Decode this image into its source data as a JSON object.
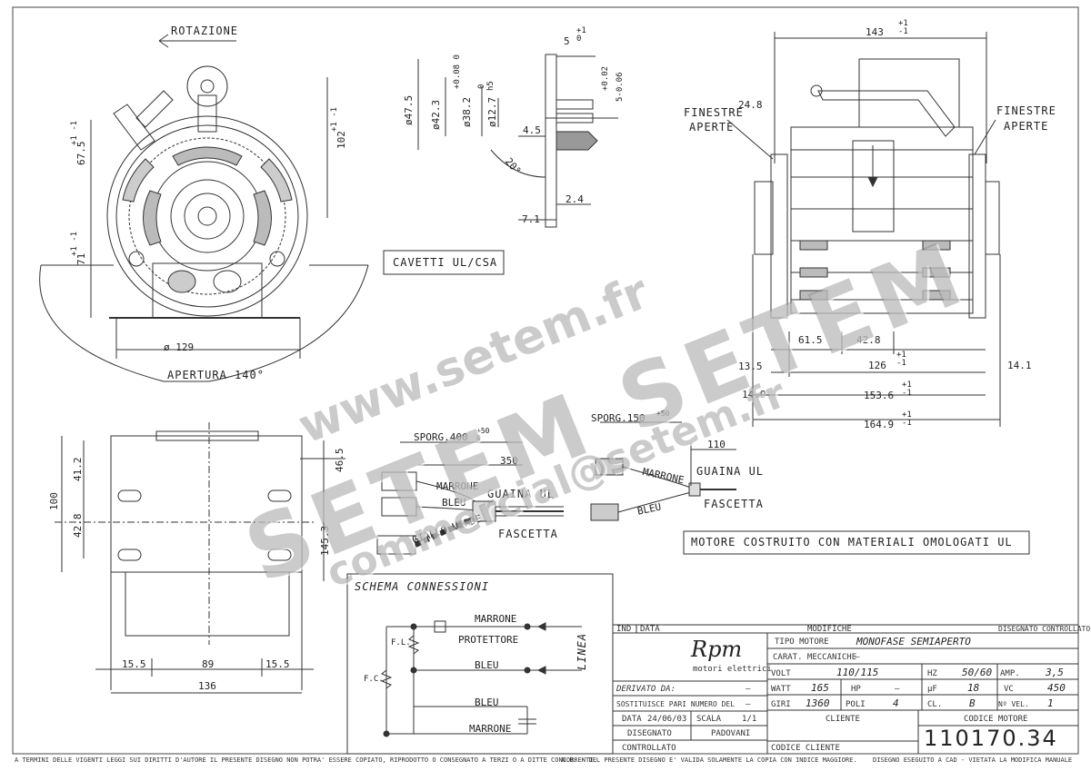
{
  "views": {
    "front": {
      "rotation": "ROTAZIONE",
      "opening": "APERTURA 140°",
      "dims": {
        "d129": "ø 129",
        "h675": "67.5",
        "h675tol": "+1 -1",
        "h102": "102",
        "h102tol": "+1 -1",
        "h71": "71",
        "h71tol": "+1 -1"
      }
    },
    "shaft": {
      "dims": {
        "d475": "ø47.5",
        "d423": "ø42.3",
        "d382": "ø38.2",
        "d127": "ø12.7",
        "tol127": "h5",
        "tol423": "+0.08 0",
        "tol382": "0",
        "tol_r1": "+0.02",
        "tol_r2": "5-0.06",
        "w5": "5",
        "w5tol": "+1 0",
        "w45": "4.5",
        "w24": "2.4",
        "w71": "7.1",
        "ang": "20°"
      }
    },
    "side": {
      "windows_left": [
        "FINESTRE",
        "APERTE"
      ],
      "windows_right": [
        "FINESTRE",
        "APERTE"
      ],
      "dims": {
        "l143": "143",
        "l143tol": "+1 -1",
        "l248": "24.8",
        "l615": "61.5",
        "l428": "42.8",
        "l135": "13.5",
        "l126": "126",
        "l126tol": "+1 -1",
        "l141": "14.1",
        "l14x": "14.9",
        "l1536": "153.6",
        "l1536tol": "+1 -1",
        "l1649": "164.9",
        "l1649tol": "+1 -1"
      }
    },
    "bottom": {
      "dims": {
        "h100": "100",
        "h412": "41.2",
        "h428": "42.8",
        "h465": "46.5",
        "h1453": "145.3",
        "w155a": "15.5",
        "w89": "89",
        "w155b": "15.5",
        "w136": "136"
      }
    },
    "cables_ul": {
      "label": "CAVETTI UL/CSA",
      "sporg1": "SPORG.400",
      "sporg1tol": "+50 0",
      "len350": "350",
      "wires": [
        "MARRONE",
        "BLEU",
        "GIALLO-VERDE"
      ],
      "sheath": "GUAINA UL",
      "band": "FASCETTA",
      "sporg2": "SPORG.150",
      "sporg2tol": "+50",
      "len110": "110",
      "wires2": [
        "MARRONE",
        "BLEU"
      ],
      "sheath2": "GUAINA UL",
      "band2": "FASCETTA",
      "note": "MOTORE COSTRUITO CON MATERIALI OMOLOGATI UL"
    }
  },
  "schema": {
    "title": "SCHEMA CONNESSIONI",
    "labels": {
      "marrone_top": "MARRONE",
      "protettore": "PROTETTORE",
      "bleu_mid": "BLEU",
      "bleu_low": "BLEU",
      "marrone_low": "MARRONE",
      "linea": "LINEA",
      "fl": "F.L.",
      "fc": "F.C."
    }
  },
  "title_block": {
    "headers": {
      "ind": "IND",
      "data": "DATA",
      "modifiche": "MODIFICHE",
      "disegnato_controllato": "DISEGNATO CONTROLLATO"
    },
    "brand": "Rpm",
    "brand_sub": "motori elettrici",
    "tipo_motore_label": "TIPO MOTORE",
    "tipo_motore": "MONOFASE SEMIAPERTO",
    "carat_label": "CARAT. MECCANICHE",
    "carat_value": "—",
    "volt_label": "VOLT",
    "volt": "110/115",
    "hz_label": "HZ",
    "hz": "50/60",
    "amp_label": "AMP.",
    "amp": "3,5",
    "watt_label": "WATT",
    "watt": "165",
    "hp_label": "HP",
    "hp": "—",
    "uf_label": "µF",
    "uf": "18",
    "vc_label": "VC",
    "vc": "450",
    "giri_label": "GIRI",
    "giri": "1360",
    "poli_label": "POLI",
    "poli": "4",
    "cl_label": "CL.",
    "cl": "B",
    "nvel_label": "Nº VEL.",
    "nvel": "1",
    "derivato_label": "DERIVATO DA:",
    "derivato": "—",
    "sostituisce_label": "SOSTITUISCE PARI NUMERO DEL",
    "sostituisce": "—",
    "data_label": "DATA",
    "data": "24/06/03",
    "scala_label": "SCALA",
    "scala": "1/1",
    "disegnato_label": "DISEGNATO",
    "disegnato": "PADOVANI",
    "controllato_label": "CONTROLLATO",
    "cliente_label": "CLIENTE",
    "codice_cliente_label": "CODICE CLIENTE",
    "codice_motore_label": "CODICE MOTORE",
    "codice_motore": "110170.34"
  },
  "footer": {
    "left": "A TERMINI DELLE VIGENTI LEGGI SUI DIRITTI D'AUTORE IL PRESENTE DISEGNO NON POTRA' ESSERE COPIATO, RIPRODOTTO O CONSEGNATO A TERZI O A DITTE CONCORRENTI.",
    "mid": "N.B. - DEL PRESENTE DISEGNO E' VALIDA SOLAMENTE LA COPIA CON INDICE MAGGIORE.",
    "right": "DISEGNO ESEGUITO A CAD - VIETATA LA MODIFICA MANUALE"
  },
  "watermarks": {
    "url": "www.setem.fr",
    "brand": "SETEM SETEM",
    "mail": "commercial@setem.fr"
  }
}
